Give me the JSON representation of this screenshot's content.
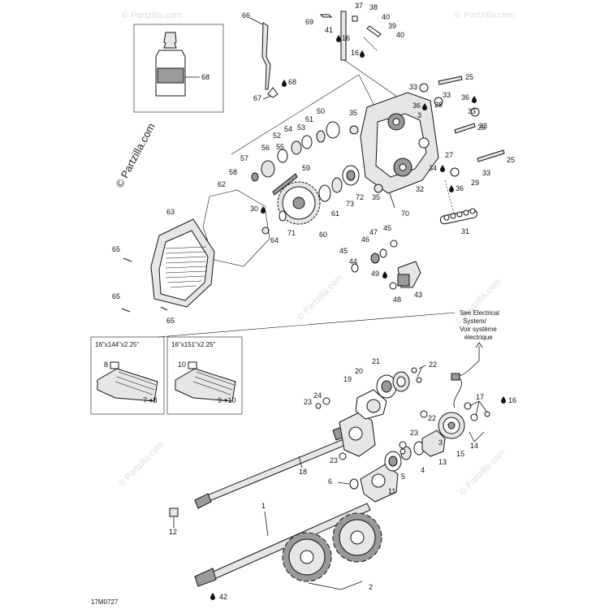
{
  "watermark": {
    "site": "Partzilla.com",
    "copyright": "© Partzilla.com"
  },
  "drawing_code": "17M0727",
  "product_box": {
    "callout": "68"
  },
  "electrical_note": [
    "See Electrical",
    "System/",
    "Voir système",
    "électrique"
  ],
  "track_options": [
    {
      "size": "16\"x144\"x2.25\"",
      "part": "8",
      "note": "7➔8"
    },
    {
      "size": "16\"x151\"x2.25\"",
      "part": "10",
      "note": "9➔10"
    }
  ],
  "labels": {
    "n1": "1",
    "n2": "2",
    "n3": "3",
    "n4": "4",
    "n5": "5",
    "n6": "6",
    "n11": "11",
    "n12": "12",
    "n13": "13",
    "n14": "14",
    "n15": "15",
    "n16": "16",
    "n17": "17",
    "n18": "18",
    "n19": "19",
    "n20": "20",
    "n21": "21",
    "n22": "22",
    "n23": "23",
    "n24": "24",
    "n25": "25",
    "n26": "26",
    "n27": "27",
    "n28": "28",
    "n29": "29",
    "n30": "30",
    "n31": "31",
    "n32": "32",
    "n33": "33",
    "n34": "34",
    "n35": "35",
    "n36": "36",
    "n37": "37",
    "n38": "38",
    "n39": "39",
    "n40": "40",
    "n41": "41",
    "n42": "42",
    "n43": "43",
    "n44": "44",
    "n45": "45",
    "n46": "46",
    "n47": "47",
    "n48": "48",
    "n49": "49",
    "n50": "50",
    "n51": "51",
    "n52": "52",
    "n53": "53",
    "n54": "54",
    "n55": "55",
    "n56": "56",
    "n57": "57",
    "n58": "58",
    "n59": "59",
    "n60": "60",
    "n61": "61",
    "n62": "62",
    "n63": "63",
    "n64": "64",
    "n65": "65",
    "n66": "66",
    "n67": "67",
    "n68": "68",
    "n69": "69",
    "n70": "70",
    "n71": "71",
    "n72": "72",
    "n73": "73"
  }
}
